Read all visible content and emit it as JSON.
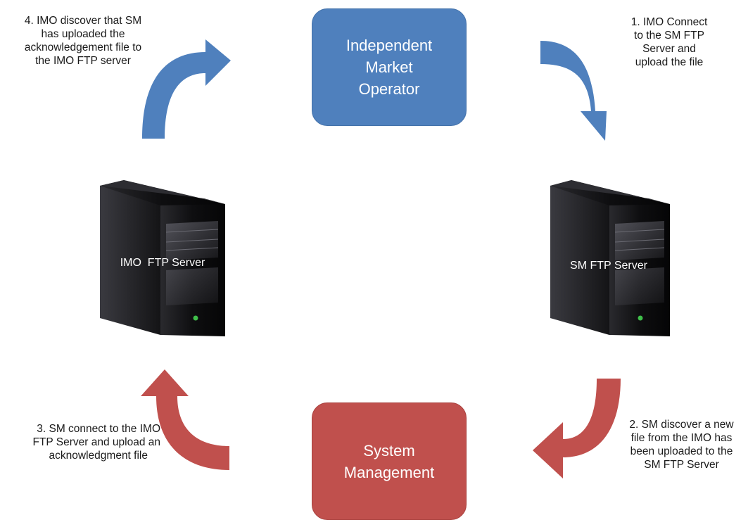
{
  "nodes": {
    "imo": {
      "label_lines": [
        "Independent",
        "Market",
        "Operator"
      ]
    },
    "sm": {
      "label_lines": [
        "System",
        "Management"
      ]
    }
  },
  "servers": {
    "imo_server": {
      "label": "IMO  FTP Server"
    },
    "sm_server": {
      "label": "SM FTP Server"
    }
  },
  "steps": [
    {
      "lines": [
        "1. IMO Connect",
        "to the SM FTP",
        "Server and",
        "upload the file"
      ]
    },
    {
      "lines": [
        "2. SM discover a new",
        "file from the IMO has",
        "been uploaded to the",
        "SM FTP Server"
      ]
    },
    {
      "lines": [
        "3. SM connect to the IMO",
        "FTP Server and upload an",
        "acknowledgment file"
      ]
    },
    {
      "lines": [
        "4. IMO discover that SM",
        "has uploaded the",
        "acknowledgement file to",
        "the IMO FTP server"
      ]
    }
  ],
  "colors": {
    "blue": "#4f80bd",
    "red": "#c0504d",
    "server": "#1b1b1d"
  }
}
